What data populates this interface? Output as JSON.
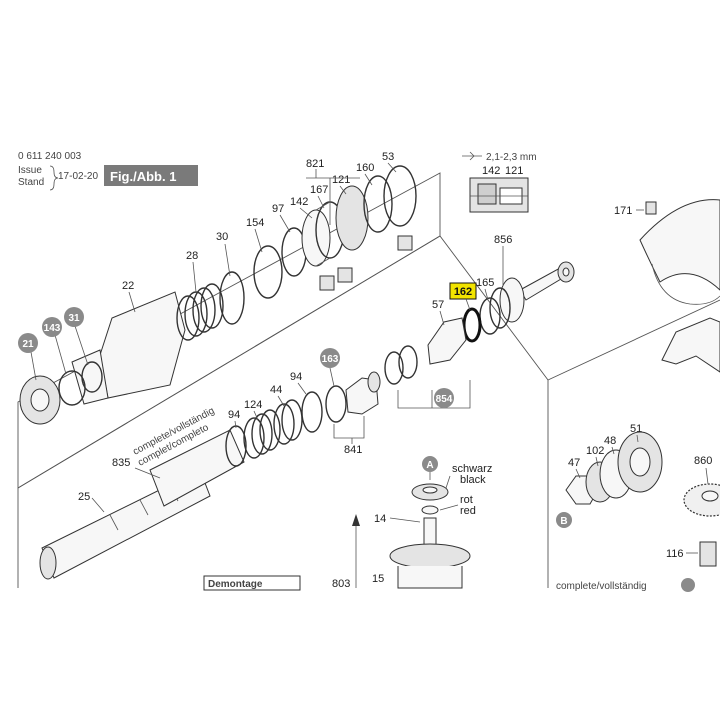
{
  "header": {
    "part_number": "0 611 240 003",
    "issue_label": "Issue",
    "stand_label": "Stand",
    "issue_date": "17-02-20",
    "figure_label": "Fig./Abb. 1"
  },
  "inset": {
    "dimension": "2,1-2,3 mm",
    "parts": [
      "142",
      "121"
    ]
  },
  "callouts": {
    "p821": "821",
    "p160": "160",
    "p53": "53",
    "p142": "142",
    "p167": "167",
    "p121": "121",
    "p97": "97",
    "p154": "154",
    "p30": "30",
    "p28": "28",
    "p22": "22",
    "p856": "856",
    "p165": "165",
    "p162": "162",
    "p57": "57",
    "p854": "854",
    "p171": "171",
    "p21": "21",
    "p143": "143",
    "p31": "31",
    "p163": "163",
    "p44": "44",
    "p94a": "94",
    "p94b": "94",
    "p124": "124",
    "p841": "841",
    "p835": "835",
    "p25": "25",
    "p14": "14",
    "p15": "15",
    "p803": "803",
    "p47": "47",
    "p102": "102",
    "p48": "48",
    "p51": "51",
    "p860": "860",
    "p116": "116",
    "markerA": "A",
    "markerB": "B"
  },
  "notes": {
    "complete_1": "complete/vollständig",
    "complete_2": "complet/completo",
    "color_black_de": "schwarz",
    "color_black_en": "black",
    "color_red_de": "rot",
    "color_red_en": "red",
    "demontage": "Demontage",
    "complete_right": "complete/vollständig"
  },
  "highlight": {
    "part": "162",
    "color": "#f2e400"
  },
  "colors": {
    "badge_fill": "#8a8a8a",
    "figure_bg": "#7a7a7a",
    "line": "#333333"
  }
}
